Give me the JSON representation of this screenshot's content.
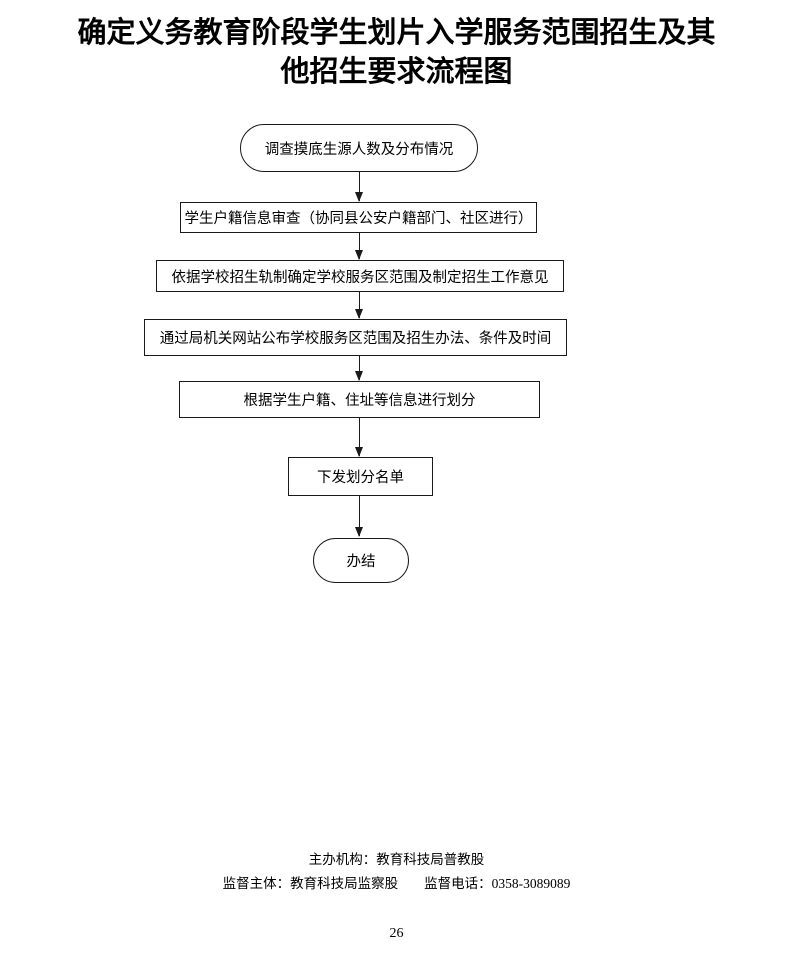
{
  "page": {
    "title_line1": "确定义务教育阶段学生划片入学服务范围招生及其",
    "title_line2": "他招生要求流程图",
    "page_number": "26"
  },
  "flowchart": {
    "nodes": [
      {
        "shape": "stadium",
        "label": "调查摸底生源人数及分布情况"
      },
      {
        "shape": "rect",
        "label": "学生户籍信息审查（协同县公安户籍部门、社区进行）"
      },
      {
        "shape": "rect",
        "label": "依据学校招生轨制确定学校服务区范围及制定招生工作意见"
      },
      {
        "shape": "rect",
        "label": "通过局机关网站公布学校服务区范围及招生办法、条件及时间"
      },
      {
        "shape": "rect",
        "label": "根据学生户籍、住址等信息进行划分"
      },
      {
        "shape": "rect",
        "label": "下发划分名单"
      },
      {
        "shape": "stadium",
        "label": "办结"
      }
    ]
  },
  "footer": {
    "organizer": "主办机构：教育科技局普教股",
    "supervisor": "监督主体：教育科技局监察股",
    "phone": "监督电话：0358-3089089"
  },
  "colors": {
    "background": "#ffffff",
    "line": "#1a1a1a",
    "text": "#000000"
  }
}
